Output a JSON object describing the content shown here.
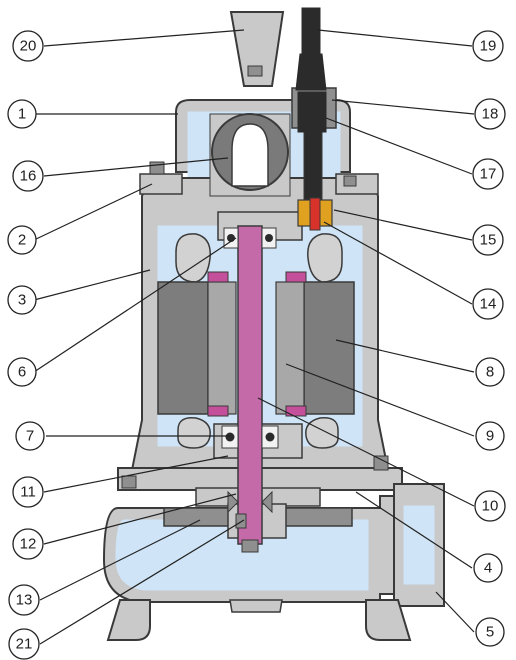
{
  "colors": {
    "casing": "#c9c9c9",
    "casing_dark": "#8f8f8f",
    "outline": "#3a3a3a",
    "fluid": "#cfe4f6",
    "stator": "#7d7d7d",
    "stator_light": "#a8a8a8",
    "shaft": "#c56aa8",
    "winding_end": "#d2d2d2",
    "cable": "#2b2b2b",
    "seal_orange": "#e0a020",
    "seal_red": "#d8332b",
    "accent_pink": "#c44f9a"
  },
  "callouts": [
    {
      "id": "c20",
      "label": "20"
    },
    {
      "id": "c19",
      "label": "19"
    },
    {
      "id": "c1",
      "label": "1"
    },
    {
      "id": "c18",
      "label": "18"
    },
    {
      "id": "c16",
      "label": "16"
    },
    {
      "id": "c17",
      "label": "17"
    },
    {
      "id": "c2",
      "label": "2"
    },
    {
      "id": "c15",
      "label": "15"
    },
    {
      "id": "c3",
      "label": "3"
    },
    {
      "id": "c14",
      "label": "14"
    },
    {
      "id": "c6",
      "label": "6"
    },
    {
      "id": "c8",
      "label": "8"
    },
    {
      "id": "c9",
      "label": "9"
    },
    {
      "id": "c7",
      "label": "7"
    },
    {
      "id": "c11",
      "label": "11"
    },
    {
      "id": "c10",
      "label": "10"
    },
    {
      "id": "c12",
      "label": "12"
    },
    {
      "id": "c4",
      "label": "4"
    },
    {
      "id": "c13",
      "label": "13"
    },
    {
      "id": "c5",
      "label": "5"
    },
    {
      "id": "c21",
      "label": "21"
    }
  ]
}
